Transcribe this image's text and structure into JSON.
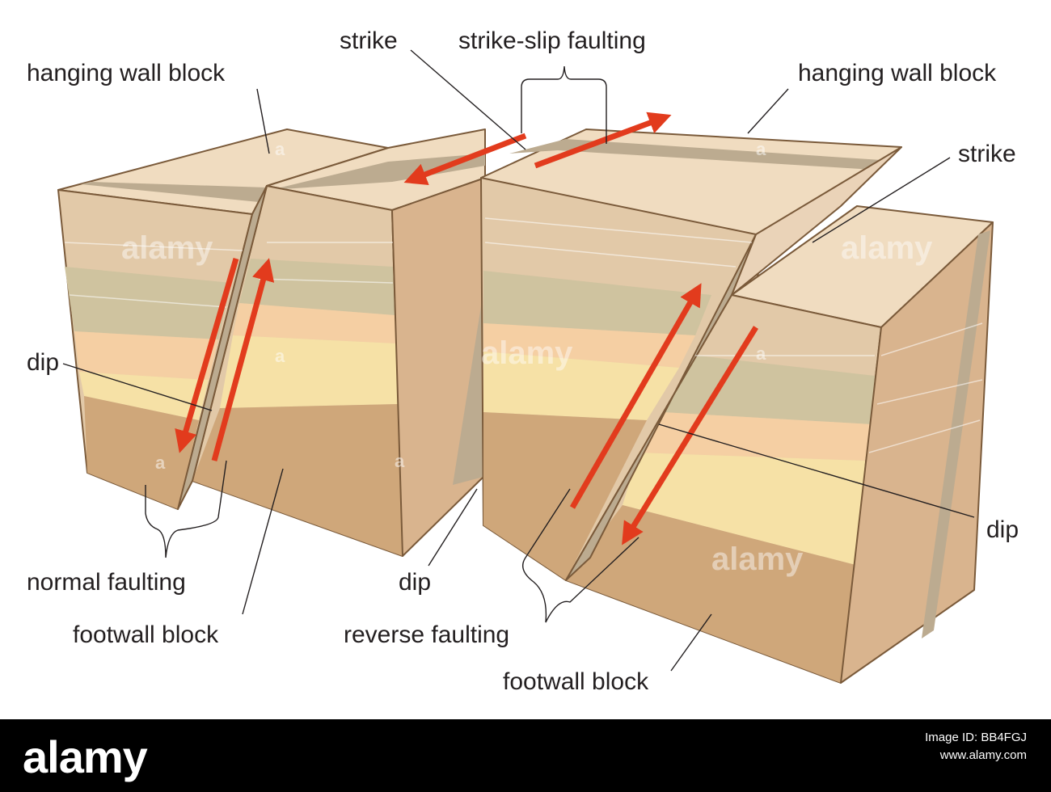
{
  "labels": {
    "hanging_wall_left": "hanging wall block",
    "hanging_wall_right": "hanging wall block",
    "strike_top": "strike",
    "strike_slip": "strike-slip faulting",
    "strike_right": "strike",
    "dip_left": "dip",
    "dip_center": "dip",
    "dip_right": "dip",
    "normal_faulting": "normal faulting",
    "footwall_left": "footwall block",
    "reverse_faulting": "reverse faulting",
    "footwall_right": "footwall block"
  },
  "watermark": {
    "brand": "alamy",
    "mark": "a"
  },
  "footer": {
    "logo": "alamy",
    "caption_line1": "Image ID: BB4FGJ",
    "caption_line2": "www.alamy.com"
  },
  "colors": {
    "top_face": "#f0dcc0",
    "layer_1": "#ead3b8",
    "layer_2": "#e2c9a8",
    "layer_3": "#cfc39f",
    "layer_4": "#f5cfa3",
    "layer_5": "#f6e1a6",
    "layer_6": "#cfa77a",
    "fault_plane": "#bcab90",
    "arrow": "#e23b1d",
    "outline": "#7a5a3a"
  }
}
